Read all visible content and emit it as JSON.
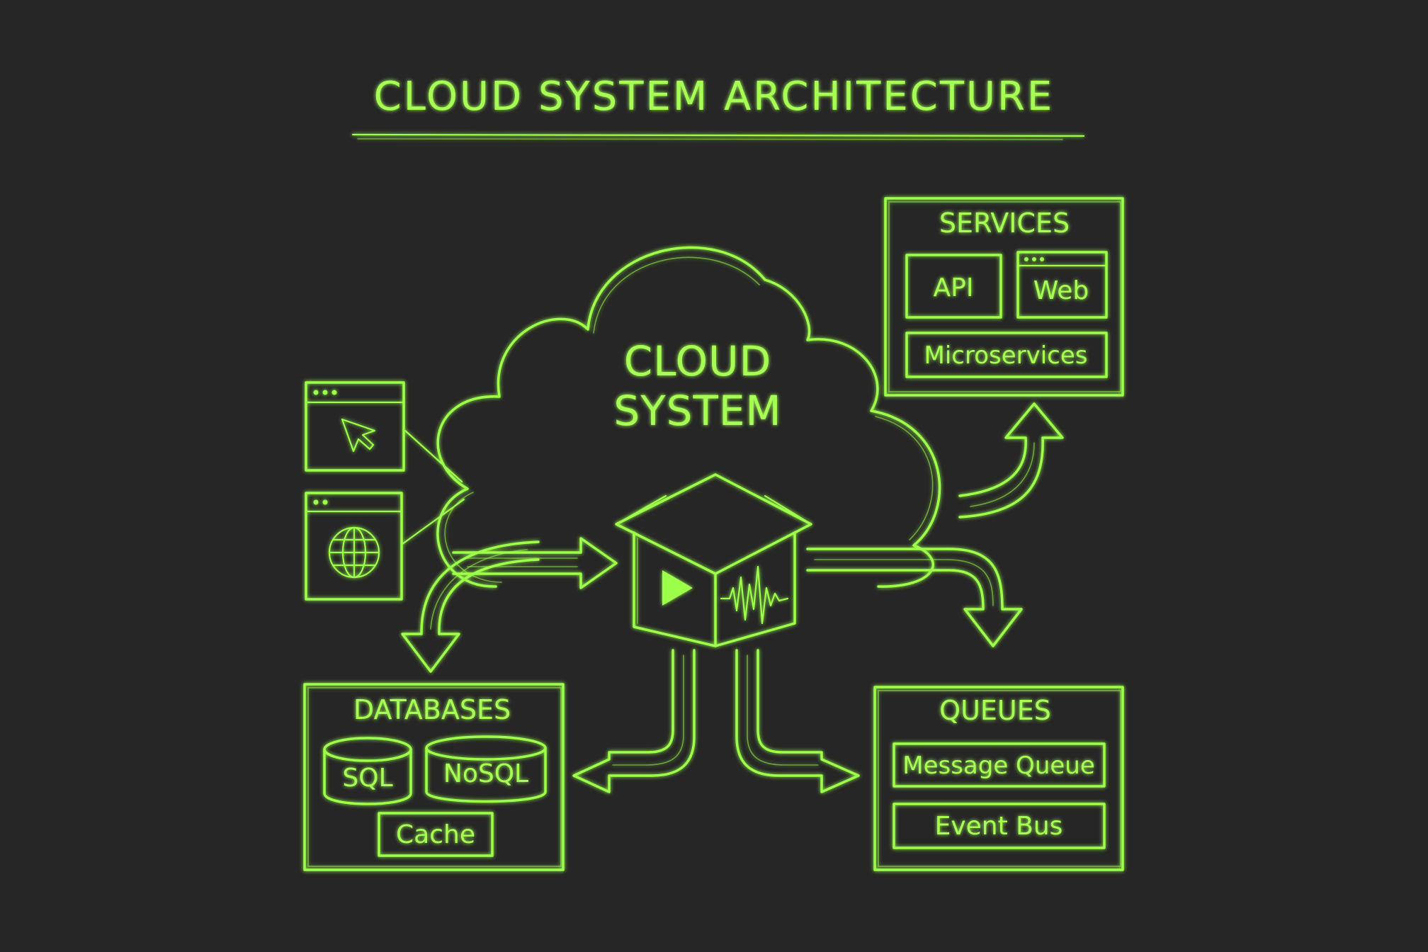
{
  "title": "CLOUD SYSTEM ARCHITECTURE",
  "cloud": {
    "line1": "CLOUD",
    "line2": "SYSTEM"
  },
  "services": {
    "header": "SERVICES",
    "items": [
      "API",
      "Web",
      "Microservices"
    ]
  },
  "databases": {
    "header": "DATABASES",
    "items": [
      "SQL",
      "NoSQL",
      "Cache"
    ]
  },
  "queues": {
    "header": "QUEUES",
    "items": [
      "Message Queue",
      "Event Bus"
    ]
  },
  "colors": {
    "background": "#262626",
    "accent": "#9cff4a"
  }
}
